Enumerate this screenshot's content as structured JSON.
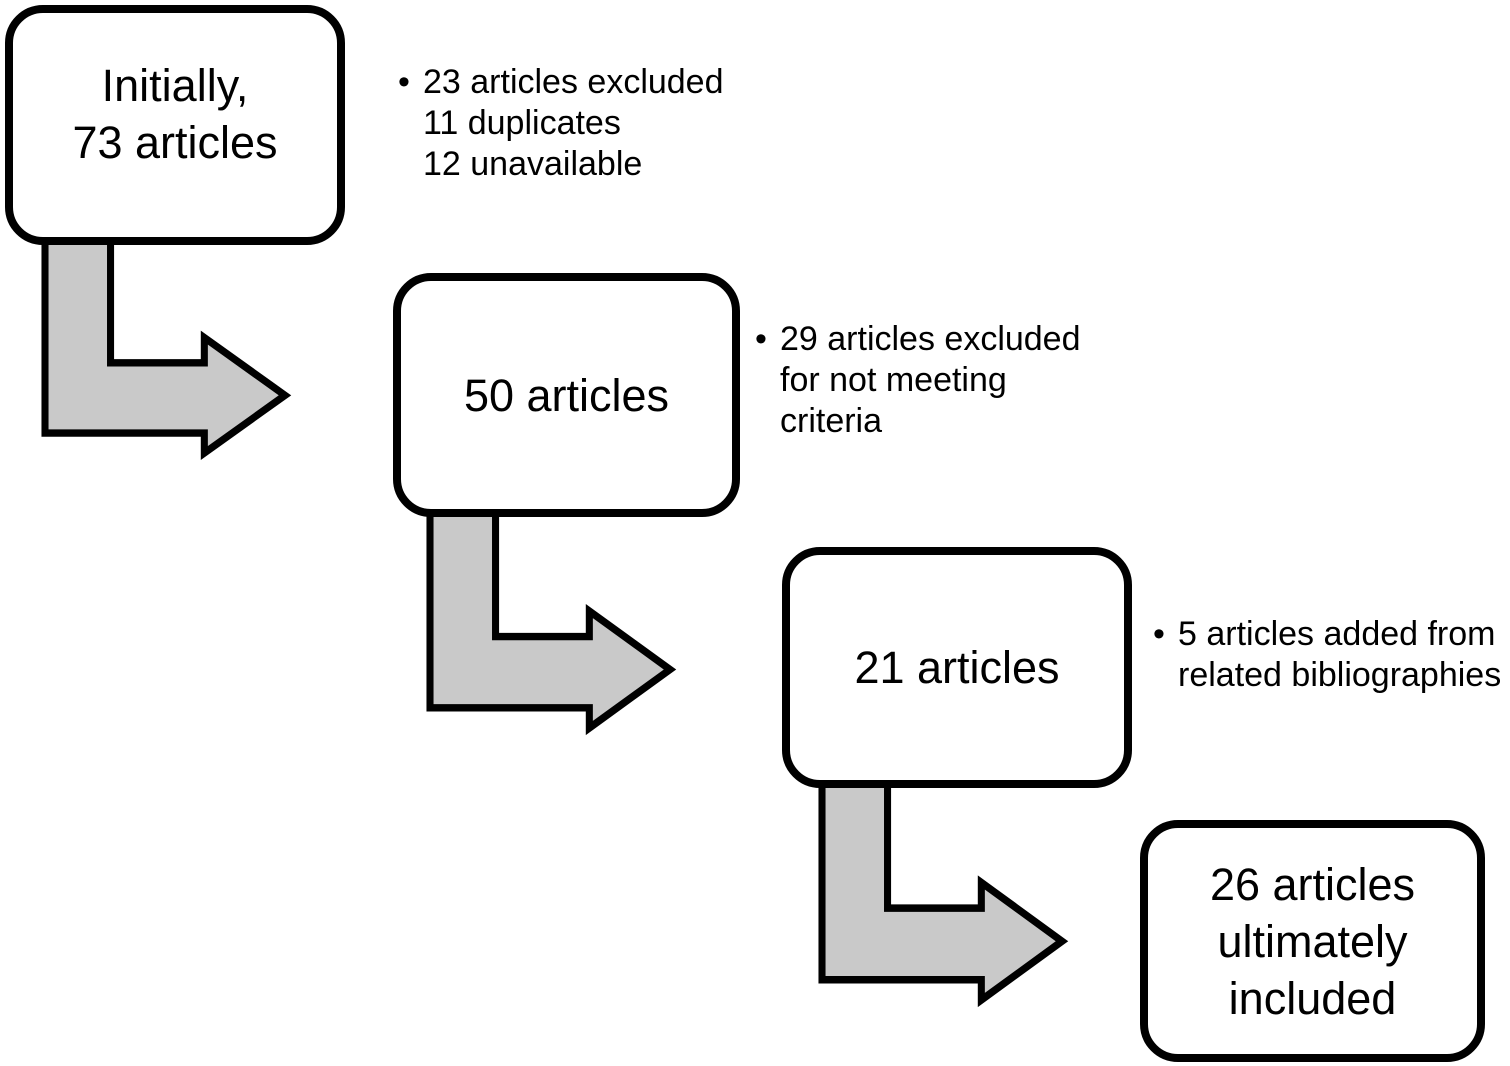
{
  "colors": {
    "background": "#ffffff",
    "box_fill": "#ffffff",
    "box_border": "#000000",
    "arrow_fill": "#c9c9c9",
    "arrow_outline": "#000000",
    "text": "#000000"
  },
  "nodes": [
    {
      "id": "initial",
      "lines": [
        "Initially,",
        "73 articles"
      ]
    },
    {
      "id": "screened",
      "lines": [
        "50 articles"
      ]
    },
    {
      "id": "eligible",
      "lines": [
        "21 articles"
      ]
    },
    {
      "id": "included",
      "lines": [
        "26 articles",
        "ultimately",
        "included"
      ]
    }
  ],
  "annotations": [
    {
      "bullet": "•",
      "lines": [
        "23 articles excluded",
        "11 duplicates",
        "12 unavailable"
      ]
    },
    {
      "bullet": "•",
      "lines": [
        "29 articles excluded",
        "for not meeting",
        "criteria"
      ]
    },
    {
      "bullet": "•",
      "lines": [
        "5 articles added from",
        "related bibliographies"
      ]
    }
  ]
}
